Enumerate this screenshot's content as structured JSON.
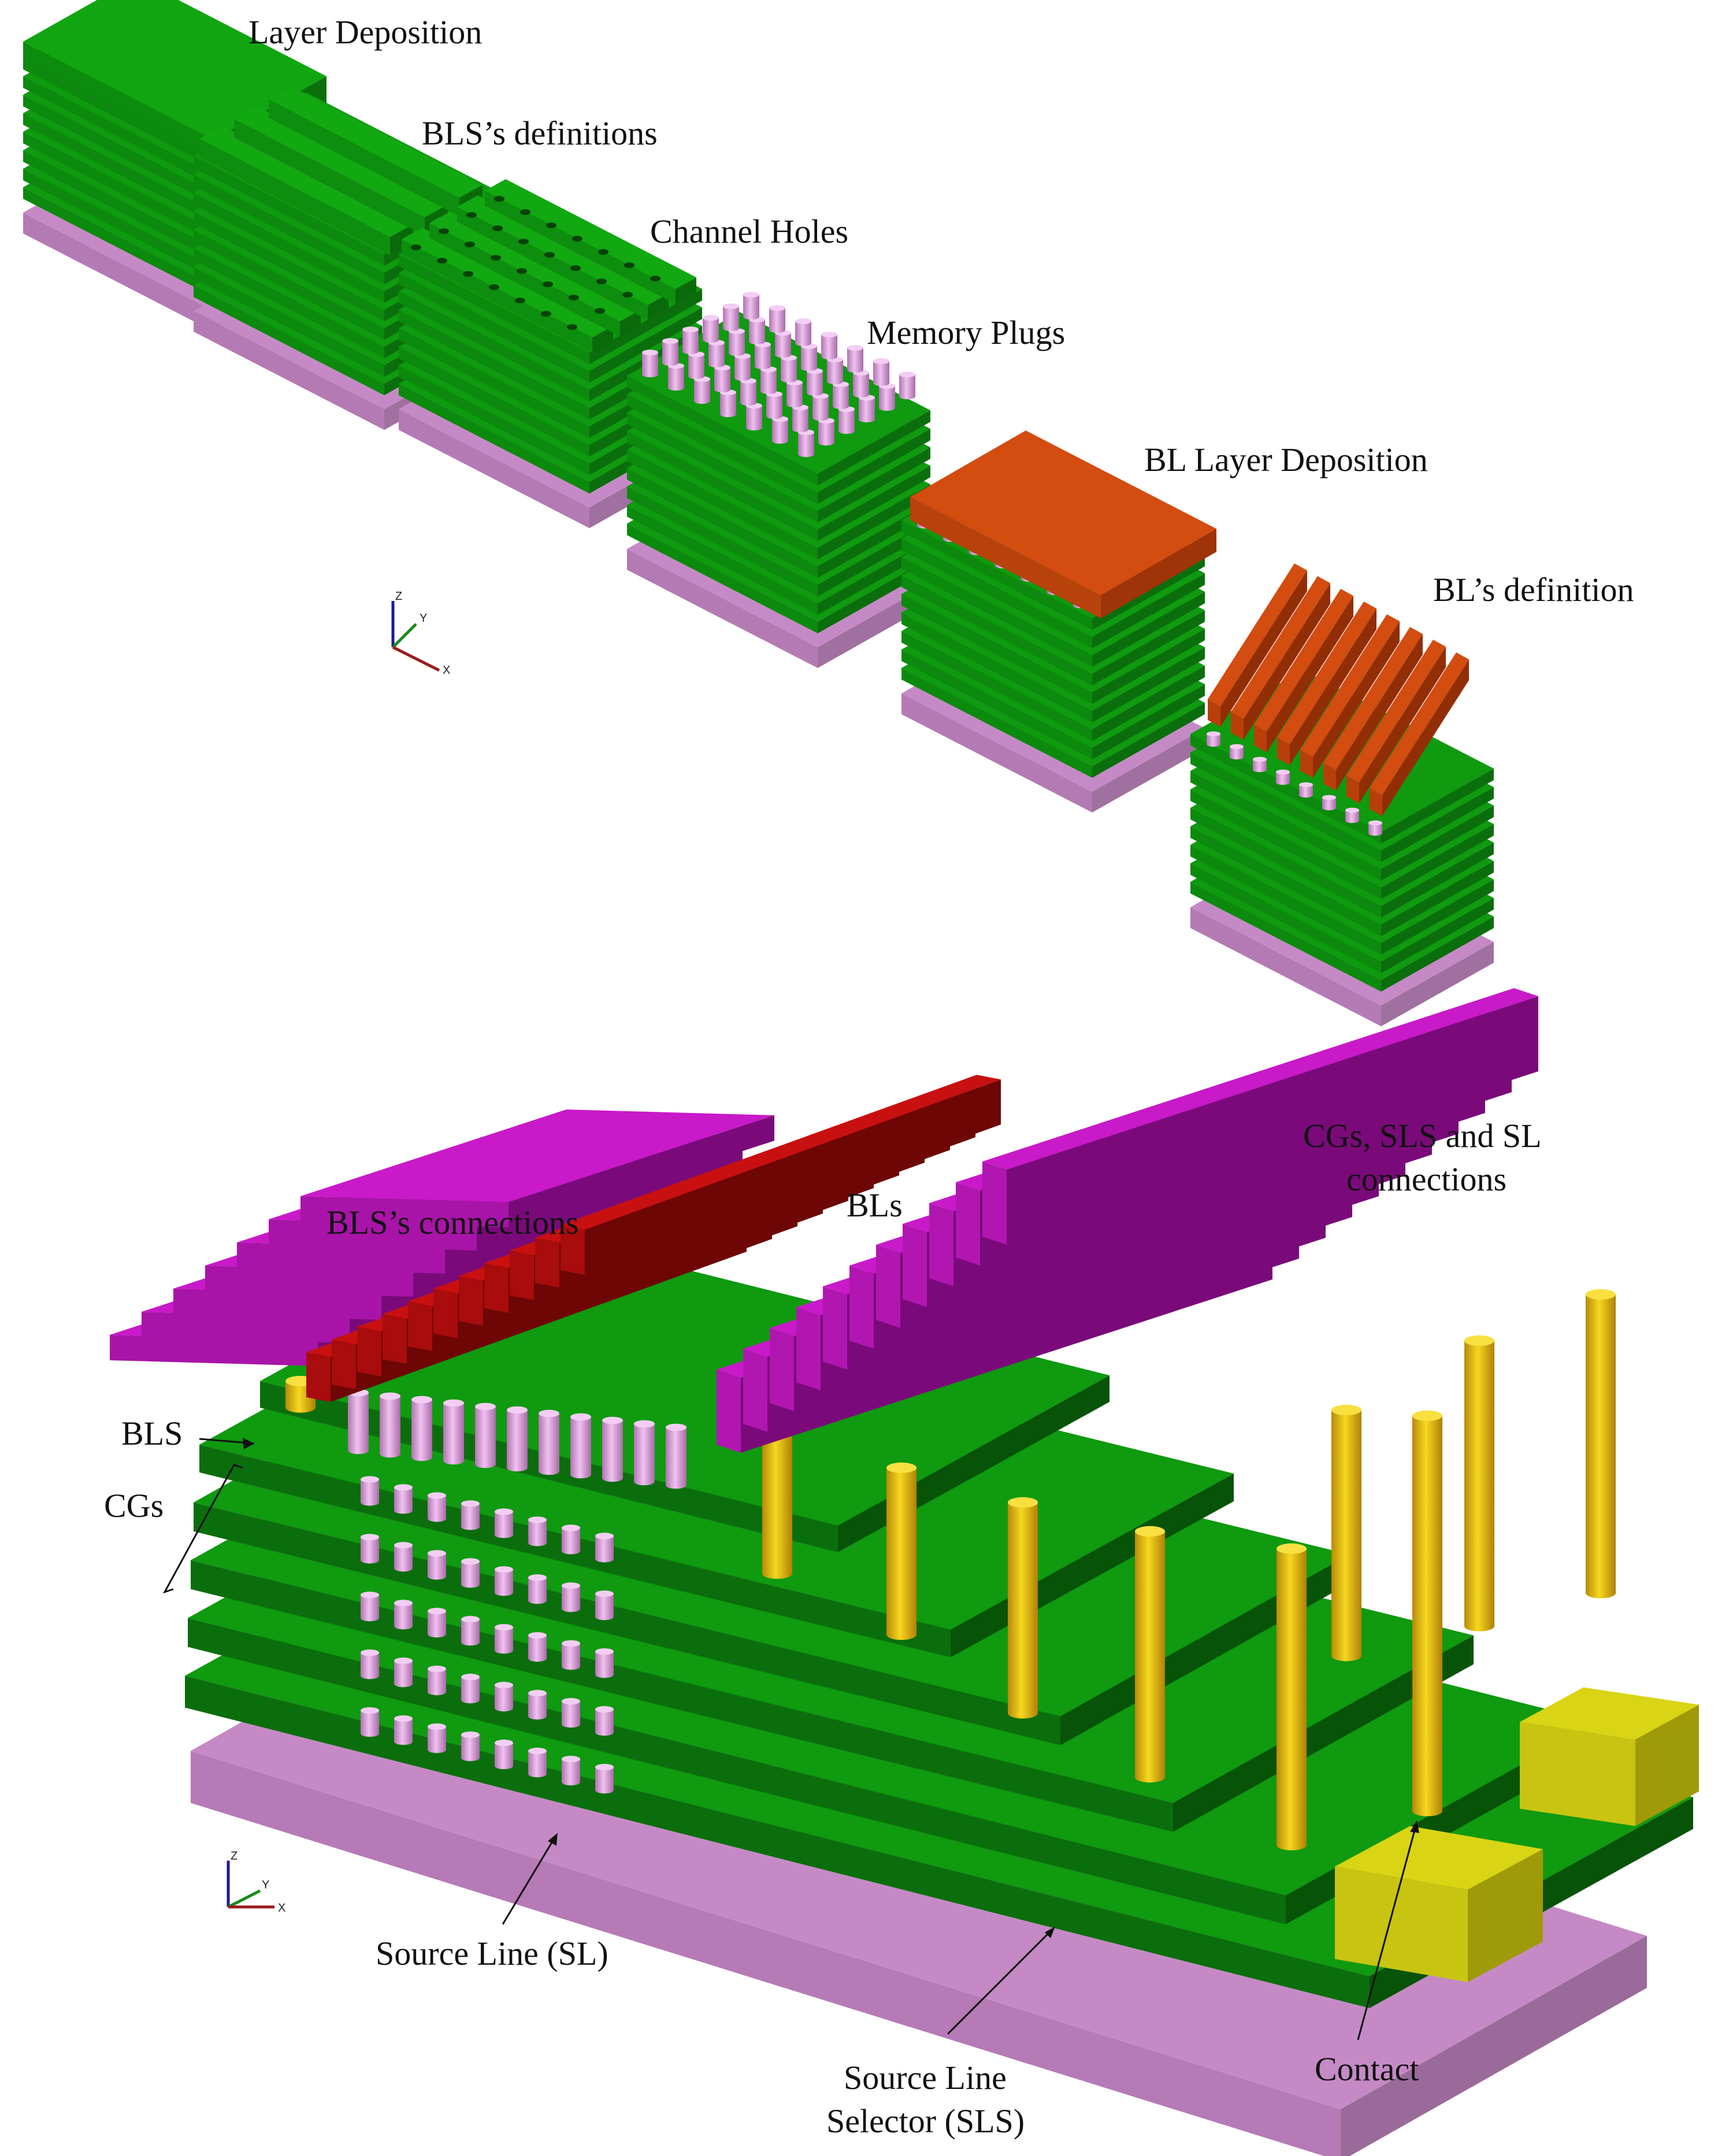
{
  "figure": {
    "top_panel": {
      "step_labels": [
        "Layer Deposition",
        "BLS’s definitions",
        "Channel Holes",
        "Memory Plugs",
        "BL Layer Deposition",
        "BL’s definition"
      ],
      "axis_triad": {
        "z": "Z",
        "y": "Y",
        "x": "X"
      }
    },
    "bottom_panel": {
      "labels": {
        "bls_connections": "BLS’s connections",
        "bls_line": "BLs",
        "cg_sls_sl_line1": "CGs, SLS and SL",
        "cg_sls_sl_line2": "connections",
        "bls": "BLS",
        "cgs": "CGs",
        "source_line": "Source Line (SL)",
        "sls_line1": "Source Line",
        "sls_line2": "Selector (SLS)",
        "contact": "Contact"
      },
      "axis_triad": {
        "z": "Z",
        "y": "Y",
        "x": "X"
      }
    },
    "colors": {
      "layer_green": "#0f9a10",
      "layer_green_side": "#0b6e0c",
      "layer_green_dark": "#075308",
      "substrate_pink": "#c58ac5",
      "substrate_pink_side": "#a070a0",
      "plug_pink": "#e4a8e4",
      "bl_orange": "#d34c10",
      "bl_red": "#c81010",
      "connection_magenta": "#c81ac8",
      "contact_yellow": "#f0cc10",
      "contact_pad": "#d9d414"
    }
  }
}
